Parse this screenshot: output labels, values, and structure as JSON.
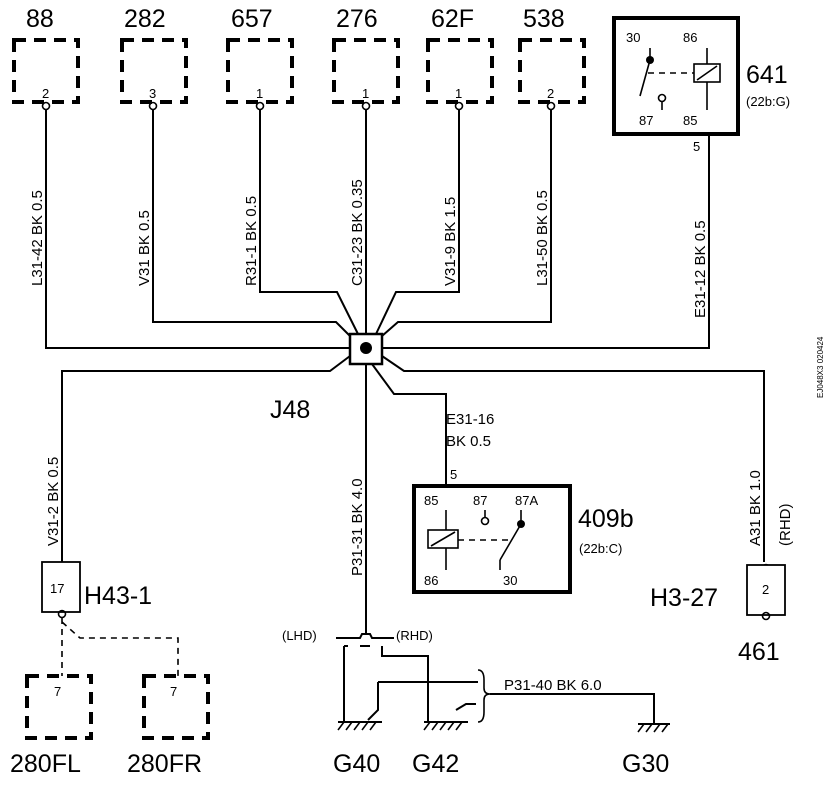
{
  "top_connectors": [
    {
      "id": "88",
      "pin": "2",
      "wire": "L31-42  BK  0.5"
    },
    {
      "id": "282",
      "pin": "3",
      "wire": "V31  BK  0.5"
    },
    {
      "id": "657",
      "pin": "1",
      "wire": "R31-1  BK  0.5"
    },
    {
      "id": "276",
      "pin": "1",
      "wire": "C31-23  BK  0.35"
    },
    {
      "id": "62F",
      "pin": "1",
      "wire": "V31-9  BK  1.5"
    },
    {
      "id": "538",
      "pin": "2",
      "wire": "L31-50  BK  0.5"
    }
  ],
  "relay_641": {
    "id": "641",
    "variant": "(22b:G)",
    "pin30": "30",
    "pin86": "86",
    "pin87": "87",
    "pin85": "85",
    "pin5": "5",
    "wire": "E31-12  BK  0.5"
  },
  "splice": {
    "id": "J48"
  },
  "wire_v31_2": "V31-2  BK  0.5",
  "wire_p31_31": "P31-31  BK  4.0",
  "wire_e31_16_a": "E31-16",
  "wire_e31_16_b": "BK    0.5",
  "wire_a31": "A31  BK  1.0",
  "rhd_vertical": "(RHD)",
  "relay_409b": {
    "id": "409b",
    "variant": "(22b:C)",
    "pin85": "85",
    "pin87": "87",
    "pin87a": "87A",
    "pin86": "86",
    "pin30": "30",
    "pin5": "5"
  },
  "h43": {
    "id": "H43-1",
    "pin": "17"
  },
  "h3": {
    "id": "H3-27",
    "pin": "2",
    "conn": "461"
  },
  "bottom_connectors": [
    {
      "id": "280FL",
      "pin": "7"
    },
    {
      "id": "280FR",
      "pin": "7"
    }
  ],
  "lhd": "(LHD)",
  "rhd": "(RHD)",
  "wire_p31_40": "P31-40   BK   6.0",
  "grounds": [
    "G40",
    "G42",
    "G30"
  ],
  "side_code": "EJ048X3  020424"
}
